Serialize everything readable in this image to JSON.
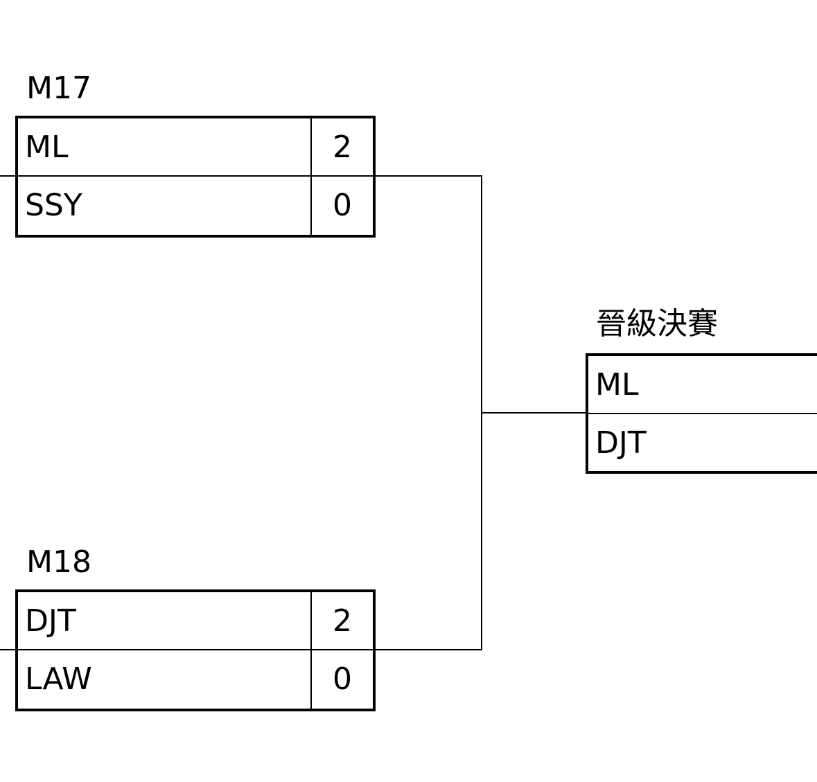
{
  "matches": [
    {
      "id": "M17",
      "teams": [
        {
          "name": "ML",
          "score": "2"
        },
        {
          "name": "SSY",
          "score": "0"
        }
      ]
    },
    {
      "id": "M18",
      "teams": [
        {
          "name": "DJT",
          "score": "2"
        },
        {
          "name": "LAW",
          "score": "0"
        }
      ]
    }
  ],
  "final": {
    "title": "晉級決賽",
    "teams": [
      {
        "name": "ML"
      },
      {
        "name": "DJT"
      }
    ]
  }
}
